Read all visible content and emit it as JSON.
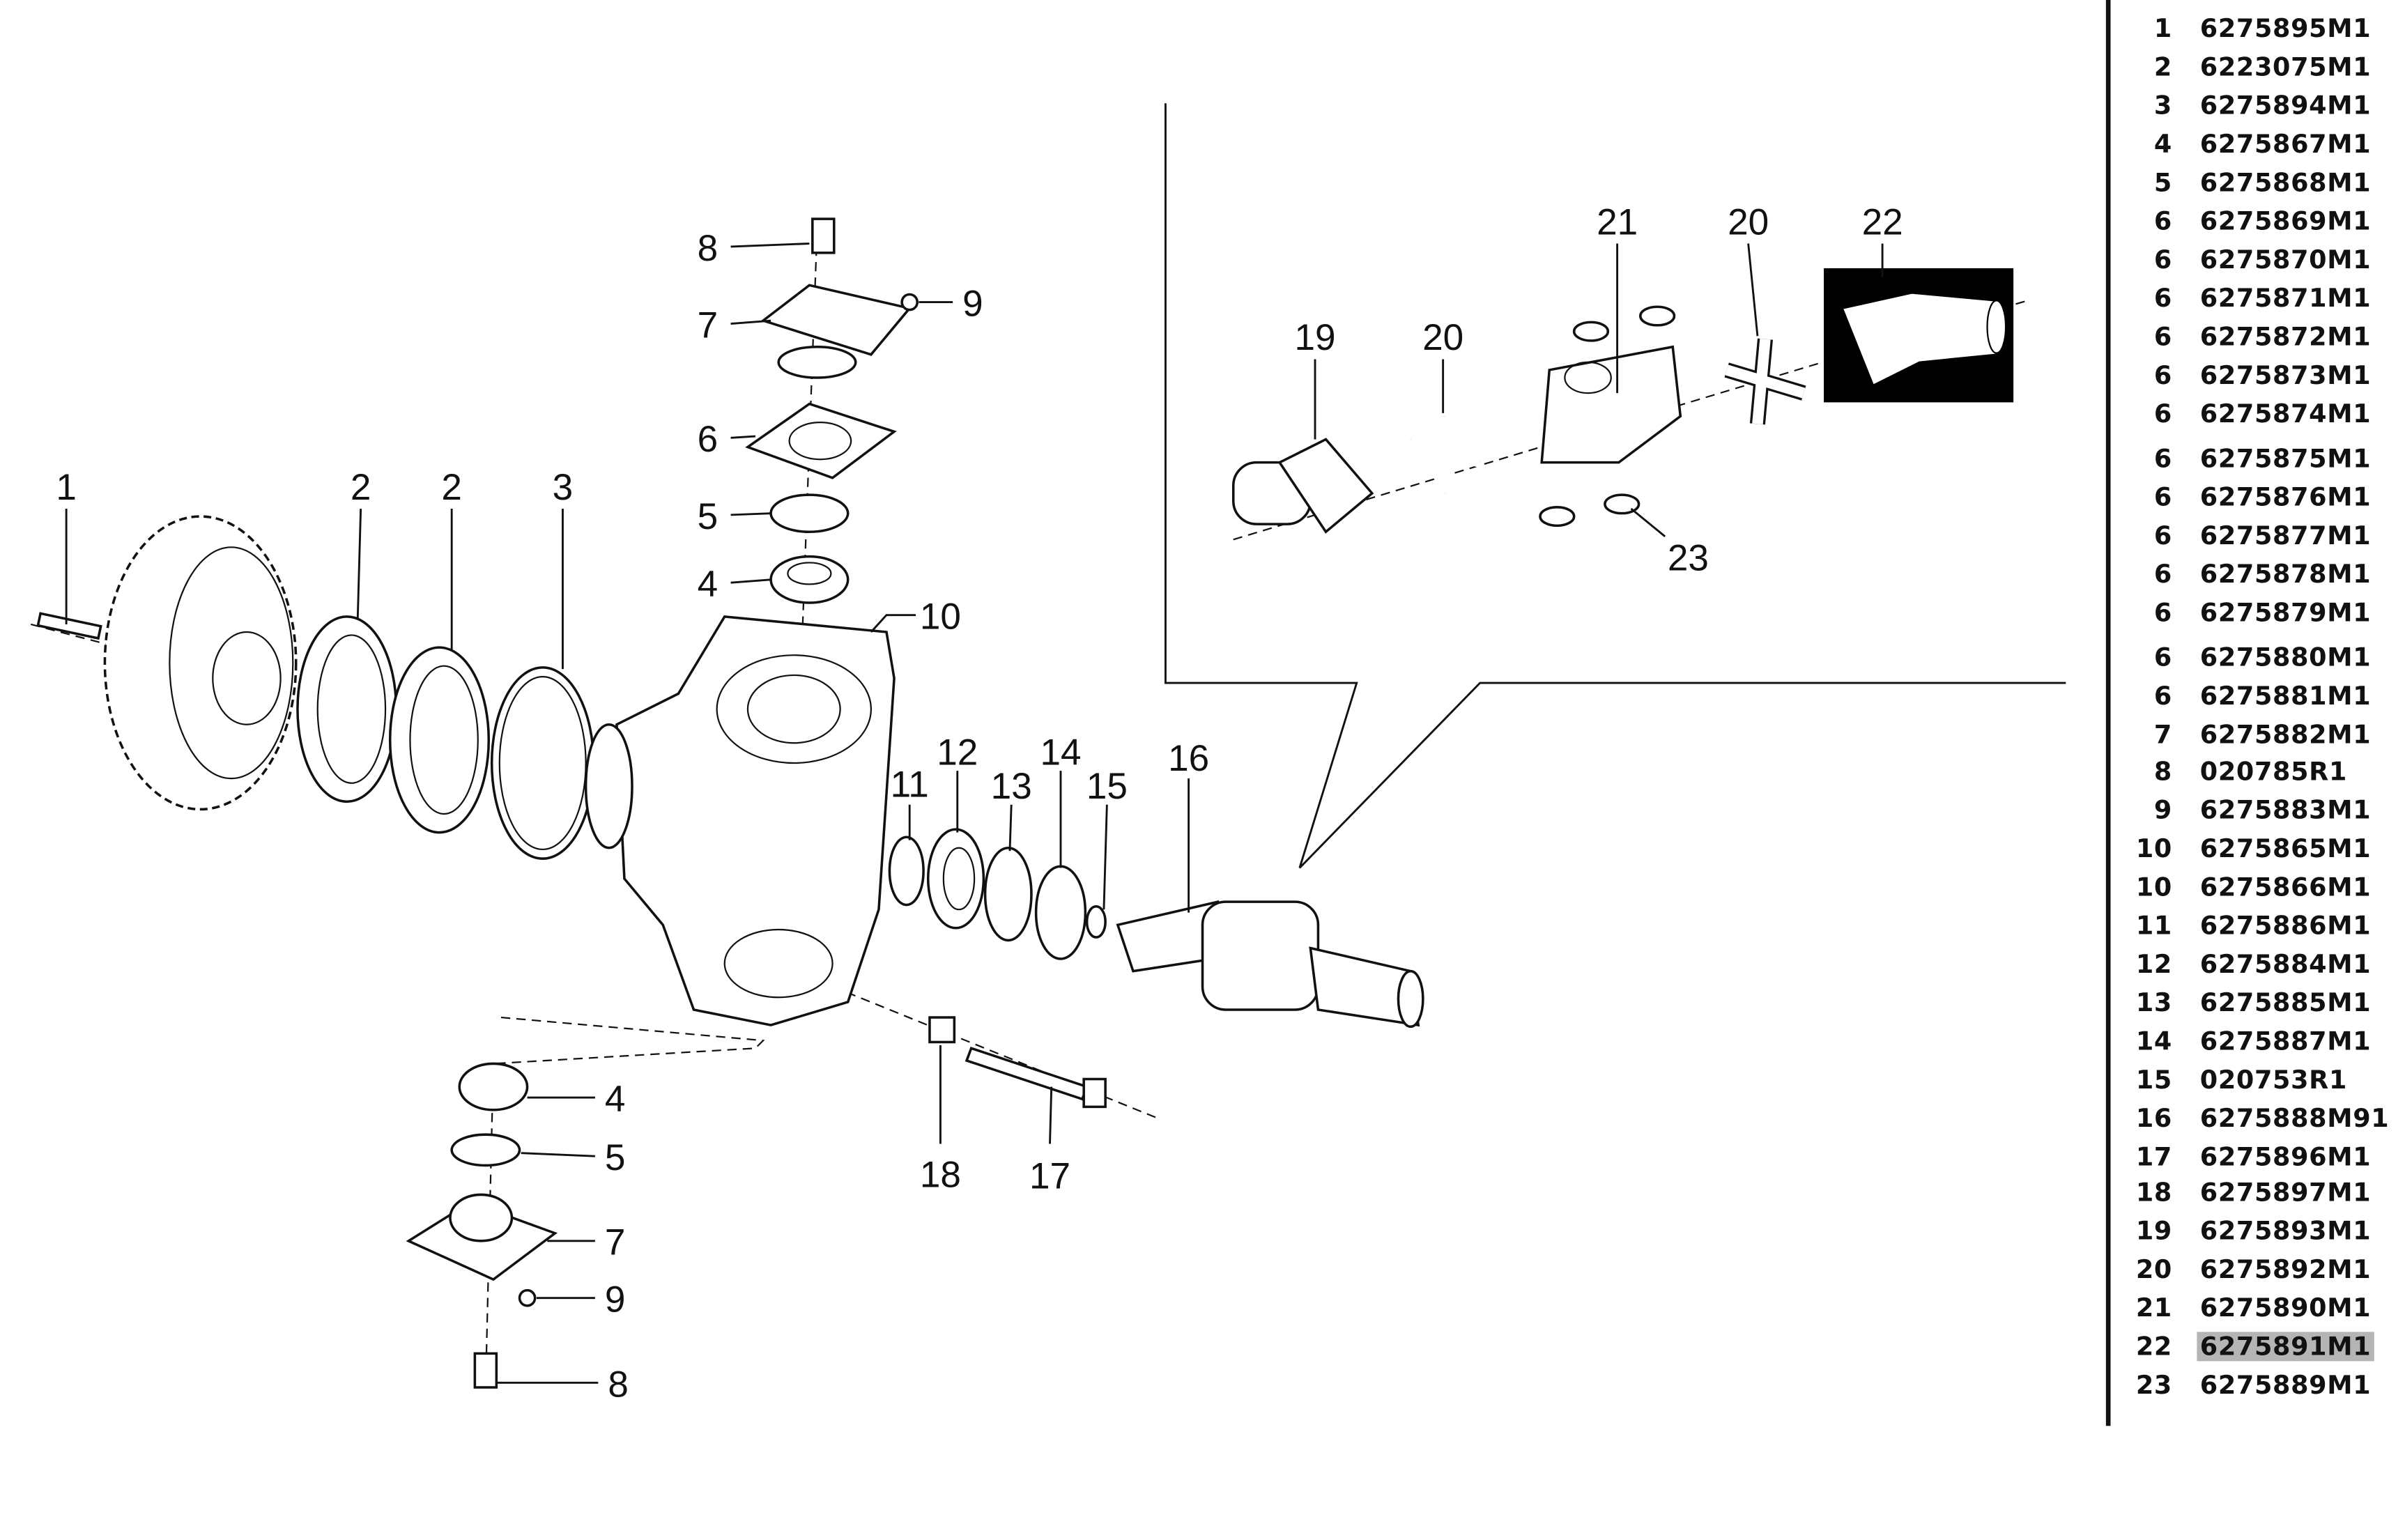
{
  "diagram": {
    "callouts": {
      "c8a": "8",
      "c7a": "7",
      "c9a": "9",
      "c6": "6",
      "c5a": "5",
      "c4a": "4",
      "c10": "10",
      "c1": "1",
      "c2a": "2",
      "c2b": "2",
      "c3": "3",
      "c11": "11",
      "c12": "12",
      "c13": "13",
      "c14": "14",
      "c15": "15",
      "c16": "16",
      "c4b": "4",
      "c5b": "5",
      "c7b": "7",
      "c9b": "9",
      "c8b": "8",
      "c18": "18",
      "c17": "17",
      "c19": "19",
      "c20a": "20",
      "c21": "21",
      "c20b": "20",
      "c22": "22",
      "c23": "23"
    },
    "highlighted_item": "22"
  },
  "parts_list": [
    {
      "item": "1",
      "part": "6275895M1"
    },
    {
      "item": "2",
      "part": "6223075M1"
    },
    {
      "item": "3",
      "part": "6275894M1"
    },
    {
      "item": "4",
      "part": "6275867M1"
    },
    {
      "item": "5",
      "part": "6275868M1"
    },
    {
      "item": "6",
      "part": "6275869M1"
    },
    {
      "item": "6",
      "part": "6275870M1"
    },
    {
      "item": "6",
      "part": "6275871M1"
    },
    {
      "item": "6",
      "part": "6275872M1"
    },
    {
      "item": "6",
      "part": "6275873M1"
    },
    {
      "item": "6",
      "part": "6275874M1"
    },
    {
      "item": "6",
      "part": "6275875M1"
    },
    {
      "item": "6",
      "part": "6275876M1"
    },
    {
      "item": "6",
      "part": "6275877M1"
    },
    {
      "item": "6",
      "part": "6275878M1"
    },
    {
      "item": "6",
      "part": "6275879M1"
    },
    {
      "item": "6",
      "part": "6275880M1"
    },
    {
      "item": "6",
      "part": "6275881M1"
    },
    {
      "item": "7",
      "part": "6275882M1"
    },
    {
      "item": "8",
      "part": "020785R1"
    },
    {
      "item": "9",
      "part": "6275883M1"
    },
    {
      "item": "10",
      "part": "6275865M1"
    },
    {
      "item": "10",
      "part": "6275866M1"
    },
    {
      "item": "11",
      "part": "6275886M1"
    },
    {
      "item": "12",
      "part": "6275884M1"
    },
    {
      "item": "13",
      "part": "6275885M1"
    },
    {
      "item": "14",
      "part": "6275887M1"
    },
    {
      "item": "15",
      "part": "020753R1"
    },
    {
      "item": "16",
      "part": "6275888M91"
    },
    {
      "item": "17",
      "part": "6275896M1"
    },
    {
      "item": "18",
      "part": "6275897M1"
    },
    {
      "item": "19",
      "part": "6275893M1"
    },
    {
      "item": "20",
      "part": "6275892M1"
    },
    {
      "item": "21",
      "part": "6275890M1"
    },
    {
      "item": "22",
      "part": "6275891M1",
      "highlighted": true
    },
    {
      "item": "23",
      "part": "6275889M1"
    }
  ],
  "colors": {
    "line": "#111111",
    "highlight": "#b5b5b5",
    "inset_box": "#000000"
  }
}
